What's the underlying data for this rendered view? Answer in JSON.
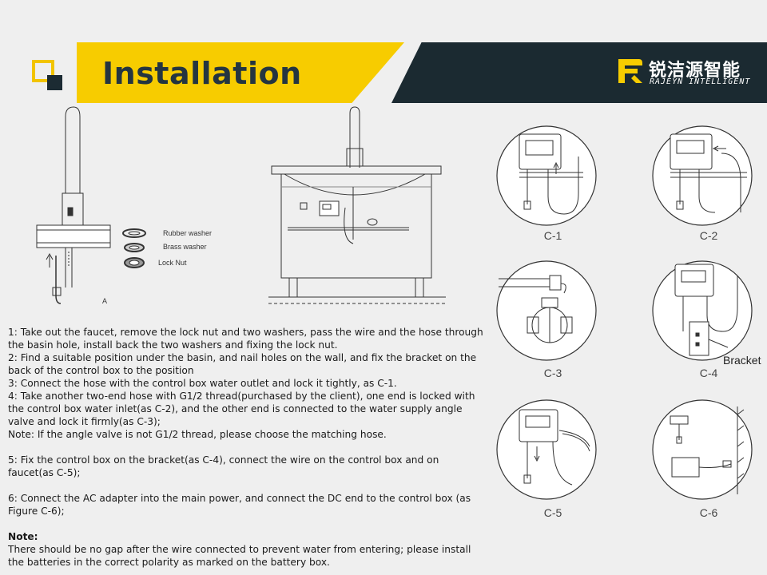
{
  "header": {
    "title": "Installation",
    "brand_cn": "锐洁源智能",
    "brand_en": "RAJEYN INTELLIGENT",
    "accent_color": "#f7cc00",
    "dark_color": "#1b2a31"
  },
  "figure_a": {
    "rubber_washer": "Rubber washer",
    "brass_washer": "Brass washer",
    "lock_nut": "Lock Nut",
    "label": "A"
  },
  "figures": {
    "c1": "C-1",
    "c2": "C-2",
    "c3": "C-3",
    "c4": "C-4",
    "c5": "C-5",
    "c6": "C-6",
    "bracket": "Bracket"
  },
  "instructions": {
    "step1": "1: Take out the faucet, remove the lock nut and two washers, pass the wire and the hose through the basin hole, install back the two washers and fixing the lock nut.",
    "step2": "2: Find a suitable position under the basin, and nail holes on the wall, and fix the bracket on the back of the control box to the position",
    "step3": "3: Connect the hose with the control box water outlet and lock it tightly, as C-1.",
    "step4": "4: Take another two-end hose with G1/2 thread(purchased by the client), one end is locked with the control box water inlet(as C-2), and the other end is connected to the water supply angle valve and lock it firmly(as C-3);",
    "note_inline": "Note: If the angle valve is not G1/2 thread, please choose the matching hose.",
    "step5": "5: Fix the control box on the bracket(as C-4), connect the wire on the control box and on faucet(as C-5);",
    "step6": "6: Connect the AC adapter into the main power, and connect the DC end to the control box (as Figure C-6);",
    "note_heading": "Note:",
    "note_body": "There should be no gap after the wire connected to prevent water from entering; please install the batteries in the correct polarity as marked on the battery box."
  }
}
